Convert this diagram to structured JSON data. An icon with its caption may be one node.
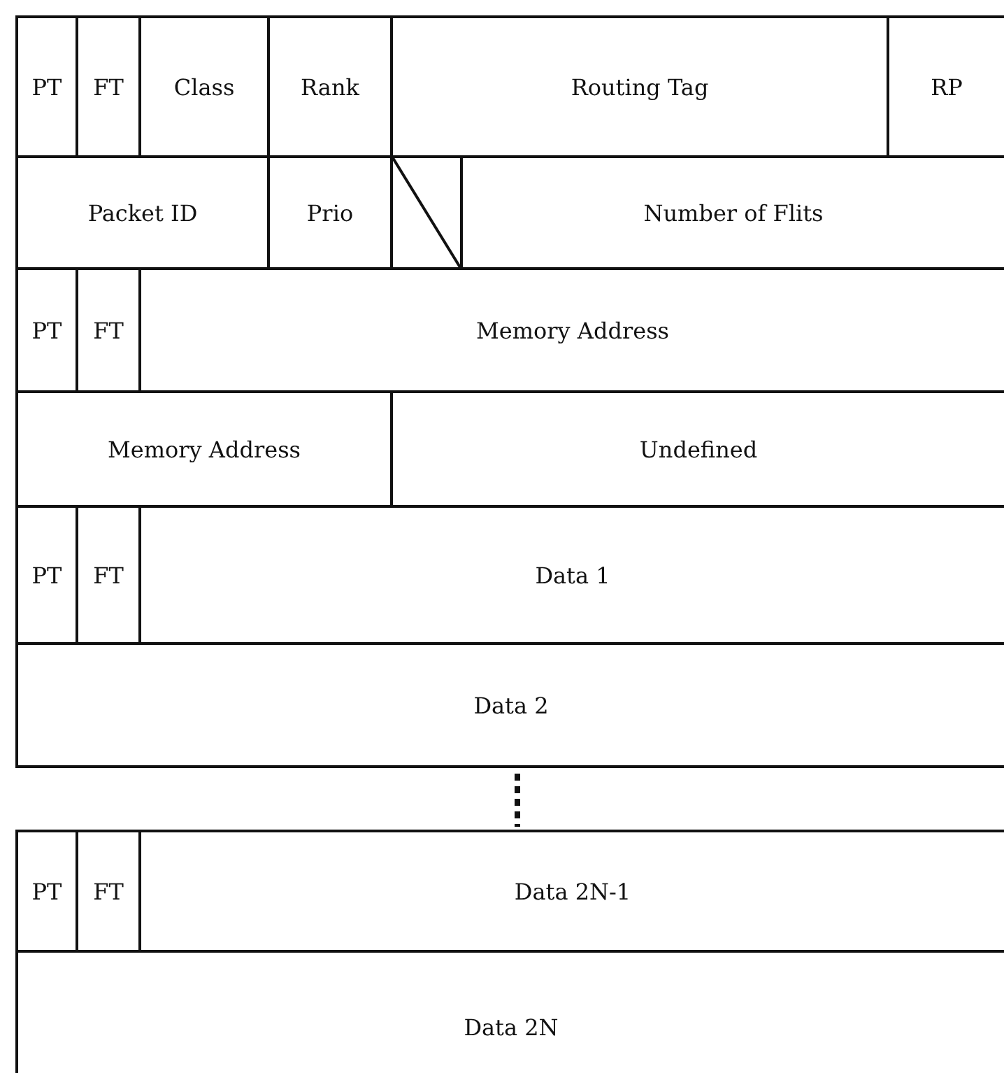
{
  "diagram": {
    "nodes": [
      {
        "text": [
          "PT"
        ]
      },
      {
        "text": [
          "FT"
        ]
      },
      {
        "text": [
          "Class"
        ]
      },
      {
        "text": [
          "Rank"
        ]
      },
      {
        "text": [
          "Routing Tag"
        ]
      },
      {
        "text": [
          "RP"
        ]
      },
      {
        "text": [
          "Packet ID"
        ]
      },
      {
        "text": [
          "Prio"
        ]
      },
      {
        "text": [],
        "shape": "box"
      },
      {
        "text": [
          "Number of Flits"
        ]
      },
      {
        "text": [
          "PT"
        ]
      },
      {
        "text": [
          "FT"
        ]
      },
      {
        "text": [
          "Memory Address"
        ]
      },
      {
        "text": [
          "Memory Address"
        ]
      },
      {
        "text": [
          "Undefined"
        ]
      },
      {
        "text": [
          "PT"
        ]
      },
      {
        "text": [
          "FT"
        ]
      },
      {
        "text": [
          "Data 1"
        ]
      },
      {
        "text": [
          "Data 2"
        ]
      },
      {
        "text": [
          "PT"
        ]
      },
      {
        "text": [
          "FT"
        ]
      },
      {
        "text": [
          "Data 2N-1"
        ]
      },
      {
        "text": [
          "Data 2N"
        ]
      }
    ],
    "edges": []
  }
}
